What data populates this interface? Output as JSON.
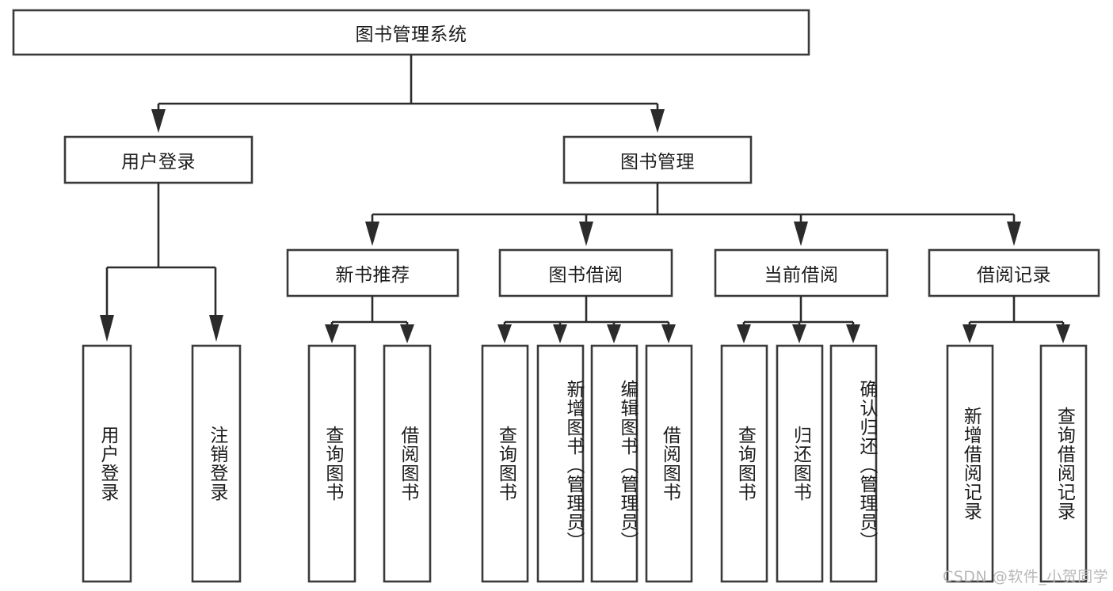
{
  "diagram": {
    "type": "hierarchy-tree",
    "title": "图书管理系统",
    "watermark": "CSDN @软件_小贺同学",
    "colors": {
      "box_stroke": "#3a3a3a",
      "connector": "#2b2b2b",
      "box_fill": "#ffffff",
      "text": "#1c1c1c",
      "watermark": "#b8b8b8"
    },
    "levels": {
      "root": {
        "label": "图书管理系统"
      },
      "level2": [
        {
          "label": "用户登录"
        },
        {
          "label": "图书管理"
        }
      ],
      "level3": [
        {
          "label": "新书推荐"
        },
        {
          "label": "图书借阅"
        },
        {
          "label": "当前借阅"
        },
        {
          "label": "借阅记录"
        }
      ]
    },
    "nodes": {
      "root": "图书管理系统",
      "user_login": "用户登录",
      "book_manage": "图书管理",
      "new_book_rec": "新书推荐",
      "book_borrow": "图书借阅",
      "current_borrow": "当前借阅",
      "borrow_record": "借阅记录",
      "leaf_user_login": "用户登录",
      "leaf_logout": "注销登录",
      "leaf_query_book_1": "查询图书",
      "leaf_borrow_book_1": "借阅图书",
      "leaf_query_book_2": "查询图书",
      "leaf_add_book": "新增图书（管理员）",
      "leaf_edit_book": "编辑图书（管理员）",
      "leaf_borrow_book_2": "借阅图书",
      "leaf_query_book_3": "查询图书",
      "leaf_return_book": "归还图书",
      "leaf_confirm_return": "确认归还（管理员）",
      "leaf_add_record": "新增借阅记录",
      "leaf_query_record": "查询借阅记录"
    }
  }
}
